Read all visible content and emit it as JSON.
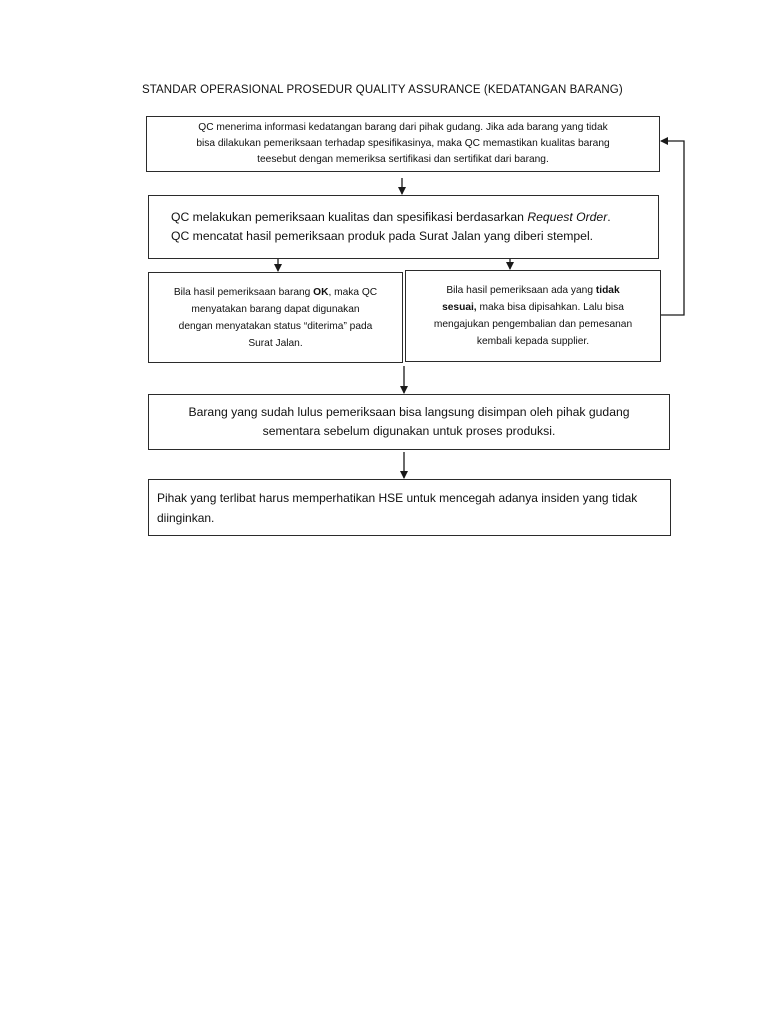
{
  "title": "STANDAR OPERASIONAL PROSEDUR QUALITY ASSURANCE (KEDATANGAN  BARANG)",
  "steps": {
    "receive_info": {
      "line1": "QC menerima informasi kedatangan barang dari pihak gudang. Jika ada barang yang tidak",
      "line2": "bisa dilakukan pemeriksaan terhadap spesifikasinya, maka QC memastikan kualitas barang",
      "line3": "teesebut dengan memeriksa sertifikasi dan sertifikat dari barang."
    },
    "inspection": {
      "line1_prefix": "QC melakukan pemeriksaan kualitas dan spesifikasi berdasarkan ",
      "line1_italic": "Request Order",
      "line1_suffix": ".",
      "line2": "QC mencatat hasil pemeriksaan produk pada Surat Jalan yang diberi stempel."
    },
    "result_ok": {
      "part1": "Bila hasil pemeriksaan barang  ",
      "bold": "OK",
      "part2": ", maka QC",
      "line2": "menyatakan barang dapat digunakan",
      "line3": "dengan menyatakan status “diterima” pada",
      "line4": "Surat Jalan."
    },
    "result_not_ok": {
      "part1": "Bila hasil pemeriksaan ada yang ",
      "bold1": "tidak",
      "bold2": "sesuai,",
      "part2": "   maka bisa dipisahkan. Lalu bisa",
      "line3": "mengajukan pengembalian dan pemesanan",
      "line4": "kembali kepada supplier."
    },
    "storage": {
      "line1": "Barang yang sudah lulus pemeriksaan bisa langsung disimpan oleh pihak gudang",
      "line2": "sementara sebelum digunakan untuk proses produksi."
    },
    "hse": {
      "text": "Pihak yang terlibat harus memperhatikan HSE untuk mencegah adanya insiden yang tidak diinginkan."
    }
  },
  "colors": {
    "border": "#2b2b2b",
    "arrow": "#1a1a1a",
    "text": "#111111"
  }
}
